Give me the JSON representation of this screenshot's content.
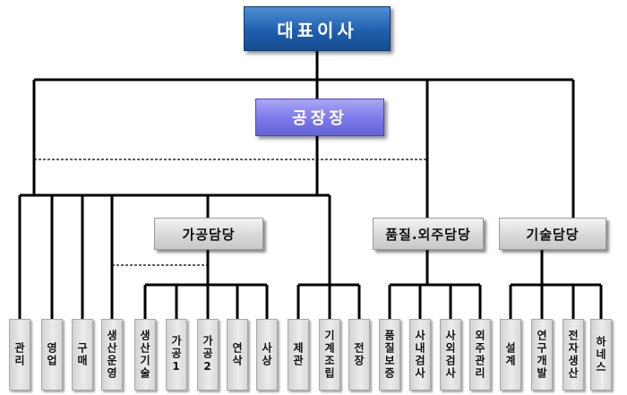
{
  "top": {
    "ceo": "대표이사",
    "plant_manager": "공장장"
  },
  "managers": {
    "processing": "가공담당",
    "quality": "품질.외주담당",
    "technology": "기술담당"
  },
  "departments": [
    "관리",
    "영업",
    "구매",
    "생산운영",
    "생산기술",
    "가공1",
    "가공2",
    "연삭",
    "사상",
    "제관",
    "기계조립",
    "전장",
    "품질보증",
    "사내검사",
    "사외검사",
    "외주관리",
    "설계",
    "연구개발",
    "전자생산",
    "하네스"
  ]
}
